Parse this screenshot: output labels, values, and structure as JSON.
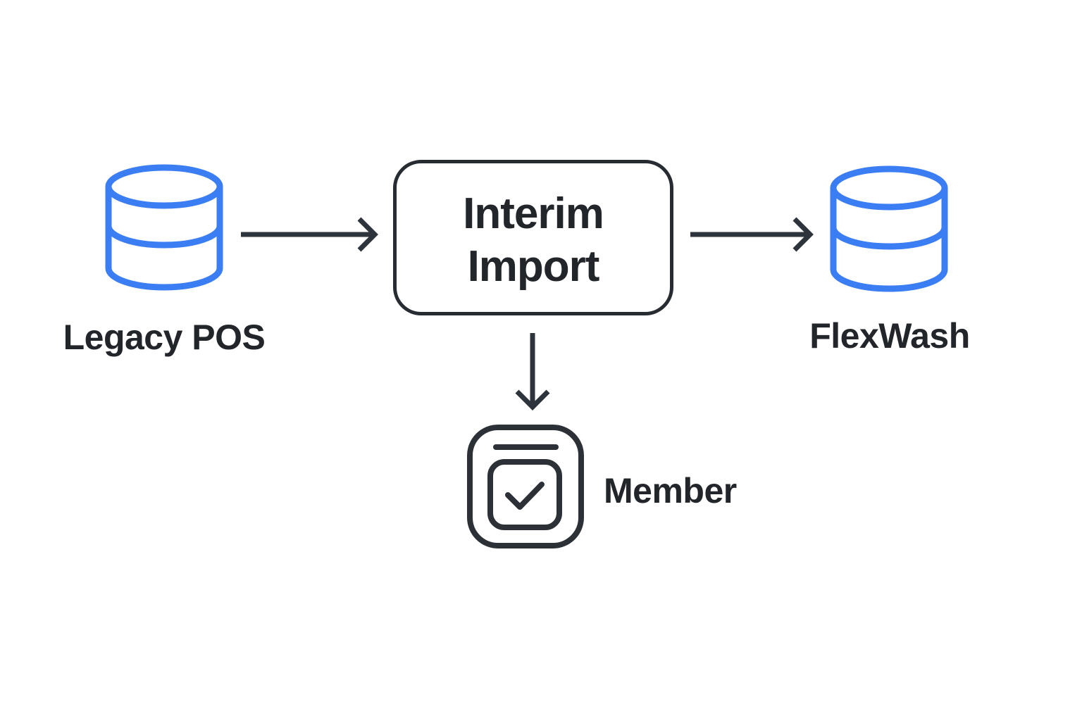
{
  "diagram": {
    "title": "",
    "nodes": [
      {
        "id": "legacy-pos",
        "type": "database",
        "label": "Legacy POS",
        "icon": "database-icon"
      },
      {
        "id": "interim-import",
        "type": "process",
        "label": "Interim Import",
        "label_lines": {
          "0": "Interim",
          "1": "Import"
        }
      },
      {
        "id": "flexwash",
        "type": "database",
        "label": "FlexWash",
        "icon": "database-icon"
      },
      {
        "id": "member",
        "type": "record",
        "label": "Member",
        "icon": "checked-document-icon"
      }
    ],
    "edges": [
      {
        "from": "legacy-pos",
        "to": "interim-import",
        "direction": "right"
      },
      {
        "from": "interim-import",
        "to": "flexwash",
        "direction": "right"
      },
      {
        "from": "interim-import",
        "to": "member",
        "direction": "down"
      }
    ],
    "colors": {
      "database_stroke": "#3b7df2",
      "outline_stroke": "#272c33",
      "arrow_stroke": "#2e343b",
      "text": "#22262b",
      "background": "#ffffff"
    }
  }
}
